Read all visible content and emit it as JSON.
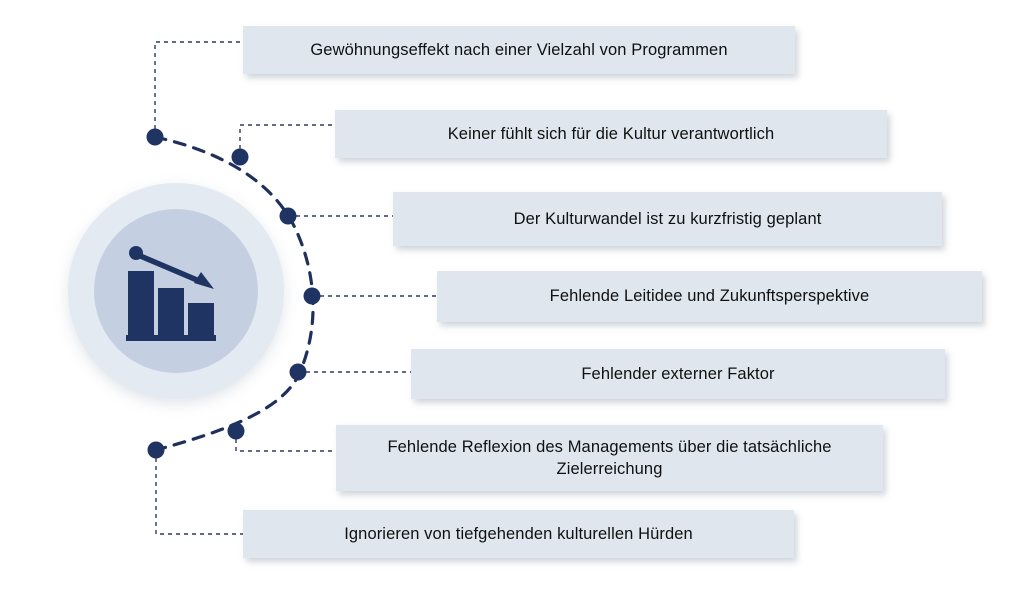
{
  "diagram": {
    "title_present": false,
    "icon": {
      "name": "declining-bar-chart-icon",
      "description": "descending bar chart with downward arrow",
      "color": "#1f3462",
      "circle_outer_color": "#e4eaf2",
      "circle_inner_color": "#c4d0e2"
    },
    "style": {
      "node_fill": "#dfe6ee",
      "node_text_color": "#101010",
      "connector_color": "#20305c",
      "dot_color": "#1f3462"
    },
    "nodes": [
      {
        "id": "node-1",
        "label": "Gewöhnungseffekt nach einer Vielzahl von Programmen"
      },
      {
        "id": "node-2",
        "label": "Keiner fühlt sich für die Kultur verantwortlich"
      },
      {
        "id": "node-3",
        "label": "Der Kulturwandel ist zu kurzfristig geplant"
      },
      {
        "id": "node-4",
        "label": "Fehlende Leitidee und Zukunftsperspektive"
      },
      {
        "id": "node-5",
        "label": "Fehlender externer Faktor"
      },
      {
        "id": "node-6",
        "label": "Fehlende Reflexion des Managements über die tatsächliche Zielerreichung"
      },
      {
        "id": "node-7",
        "label": "Ignorieren von tiefgehenden kulturellen Hürden"
      }
    ]
  }
}
